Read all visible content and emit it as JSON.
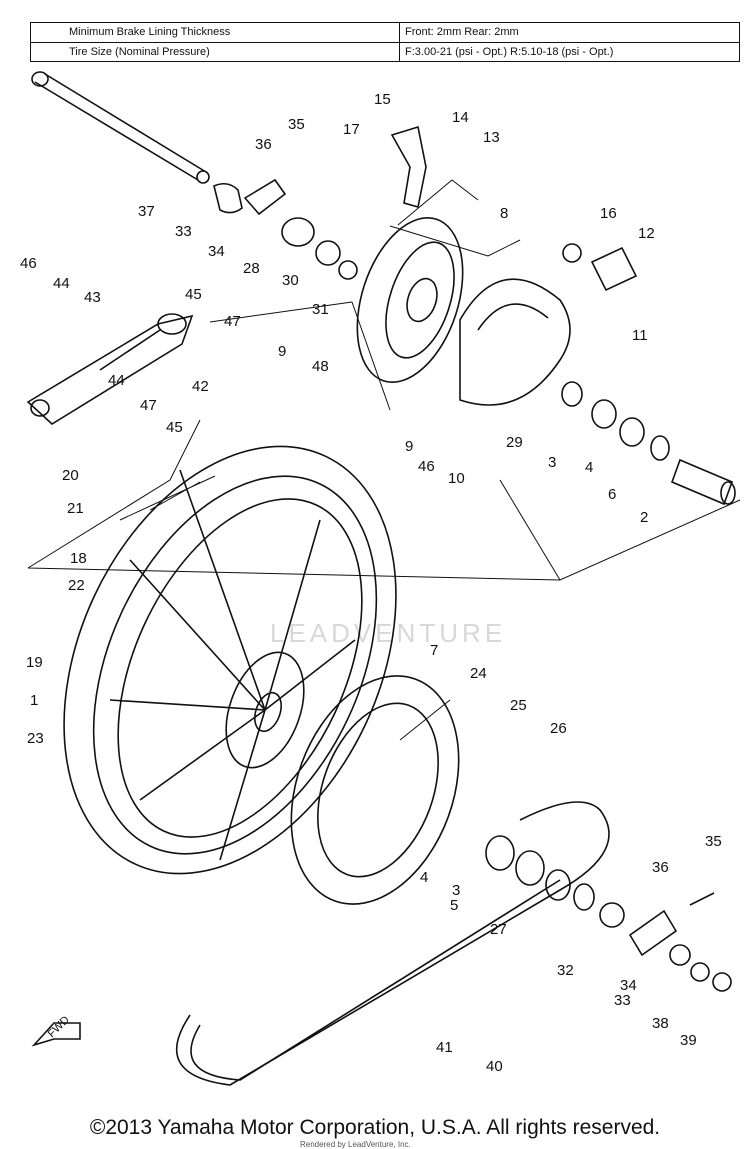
{
  "spec_table": {
    "rows": [
      {
        "label": "Minimum Brake Lining Thickness",
        "value": "Front: 2mm          Rear: 2mm"
      },
      {
        "label": "Tire Size (Nominal Pressure)",
        "value": "F:3.00-21 (psi - Opt.)   R:5.10-18 (psi - Opt.)"
      }
    ]
  },
  "diagram": {
    "fwd_label": "FWD",
    "watermark": "LEADVENTURE",
    "callouts": [
      "1",
      "2",
      "3",
      "4",
      "5",
      "6",
      "7",
      "8",
      "9",
      "10",
      "11",
      "12",
      "13",
      "14",
      "15",
      "16",
      "17",
      "18",
      "19",
      "20",
      "21",
      "22",
      "23",
      "24",
      "25",
      "26",
      "27",
      "28",
      "29",
      "30",
      "31",
      "32",
      "33",
      "34",
      "35",
      "36",
      "37",
      "38",
      "39",
      "40",
      "41",
      "42",
      "43",
      "44",
      "45",
      "46",
      "47",
      "48"
    ]
  },
  "footer": {
    "copyright": "©2013 Yamaha Motor Corporation, U.S.A. All rights reserved.",
    "rendered_by": "Rendered by LeadVenture, Inc."
  },
  "colors": {
    "ink": "#111111",
    "paper": "#ffffff"
  }
}
